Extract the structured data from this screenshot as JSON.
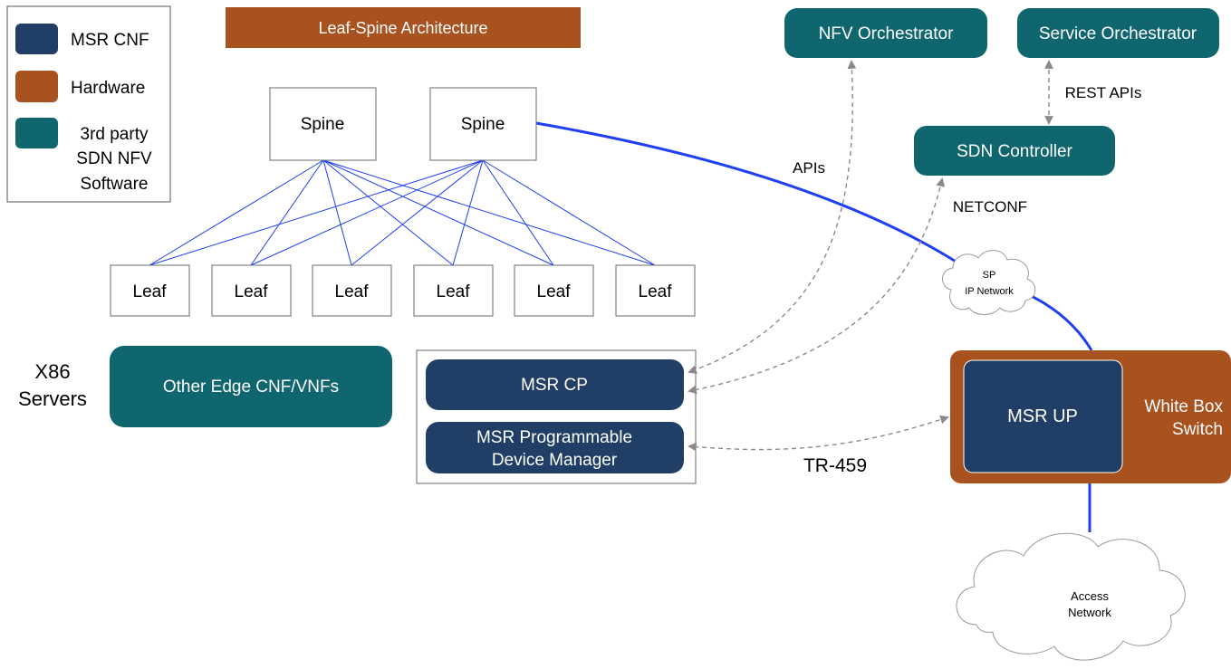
{
  "colors": {
    "msr_cnf": "#213f66",
    "hardware": "#a8521f",
    "third_party": "#10666f",
    "link_blue": "#1f3ff5",
    "dashed_gray": "#8a8a8a",
    "box_border": "#6b6b6b"
  },
  "legend": {
    "msr_cnf": "MSR CNF",
    "hardware": "Hardware",
    "third_party_line1": "3rd party",
    "third_party_line2": "SDN NFV",
    "third_party_line3": "Software"
  },
  "title_banner": "Leaf-Spine Architecture",
  "spines": [
    "Spine",
    "Spine"
  ],
  "leaves": [
    "Leaf",
    "Leaf",
    "Leaf",
    "Leaf",
    "Leaf",
    "Leaf"
  ],
  "servers": {
    "label_line1": "X86",
    "label_line2": "Servers",
    "other_edge": "Other Edge CNF/VNFs"
  },
  "msr_cp": "MSR CP",
  "msr_pdm_line1": "MSR Programmable",
  "msr_pdm_line2": "Device Manager",
  "tr459": "TR-459",
  "nfv_orchestrator": "NFV Orchestrator",
  "service_orchestrator": "Service Orchestrator",
  "sdn_controller": "SDN Controller",
  "rest_apis": "REST APIs",
  "apis": "APIs",
  "netconf": "NETCONF",
  "sp_network_line1": "SP",
  "sp_network_line2": "IP Network",
  "white_box_line1": "White Box",
  "white_box_line2": "Switch",
  "msr_up": "MSR UP",
  "access_network_line1": "Access",
  "access_network_line2": "Network"
}
